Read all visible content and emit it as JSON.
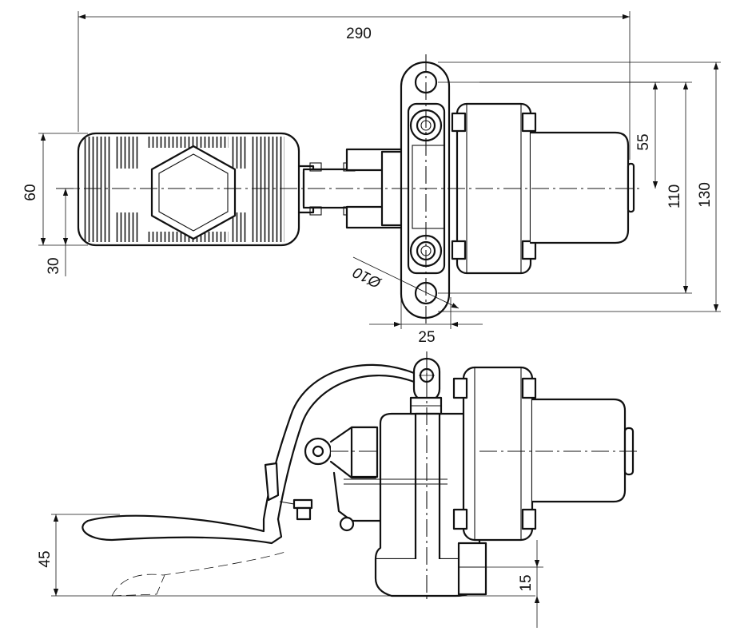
{
  "dimensions": {
    "overall_length": "290",
    "weight_width": "60",
    "weight_offset": "30",
    "upper_hole_spacing": "55",
    "mid_hole_spacing": "110",
    "overall_height": "130",
    "hole_diameter": "Ø10",
    "bracket_width": "25",
    "lever_height": "45",
    "base_height": "15"
  }
}
